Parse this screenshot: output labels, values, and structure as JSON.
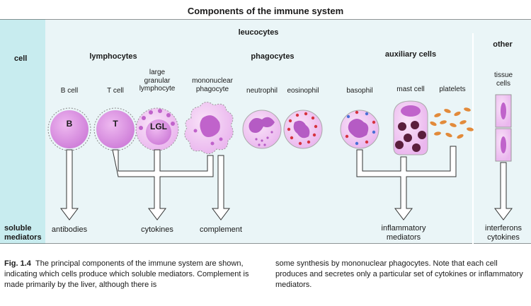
{
  "title": "Components of the immune system",
  "headers": {
    "leucocytes": "leucocytes",
    "lymphocytes": "lymphocytes",
    "phagocytes": "phagocytes",
    "auxiliary_cells": "auxiliary cells",
    "other": "other"
  },
  "row_labels": {
    "cell": "cell",
    "soluble_mediators_line1": "soluble",
    "soluble_mediators_line2": "mediators"
  },
  "cells": {
    "b_cell": {
      "label": "B cell",
      "inner": "B"
    },
    "t_cell": {
      "label": "T cell",
      "inner": "T"
    },
    "lgl": {
      "label_line1": "large",
      "label_line2": "granular",
      "label_line3": "lymphocyte",
      "inner": "LGL"
    },
    "mononuclear": {
      "label_line1": "mononuclear",
      "label_line2": "phagocyte"
    },
    "neutrophil": {
      "label": "neutrophil"
    },
    "eosinophil": {
      "label": "eosinophil"
    },
    "basophil": {
      "label": "basophil"
    },
    "mast_cell": {
      "label": "mast cell"
    },
    "platelets": {
      "label": "platelets"
    },
    "tissue_cells": {
      "label_line1": "tissue",
      "label_line2": "cells"
    }
  },
  "mediators": {
    "antibodies": "antibodies",
    "cytokines": "cytokines",
    "complement": "complement",
    "inflammatory_line1": "inflammatory",
    "inflammatory_line2": "mediators",
    "interferons": "interferons",
    "cytokines2": "cytokines"
  },
  "caption": {
    "fig_label": "Fig. 1.4",
    "left_text": "The principal components of the immune system are shown, indicating which cells produce which soluble mediators. Complement is made primarily by the liver, although there is",
    "right_text": "some synthesis by mononuclear phagocytes. Note that each cell produces and secretes only a particular set of cytokines or inflammatory mediators."
  },
  "colors": {
    "panel_bg": "#e9f5f7",
    "left_band": "#c6ecef",
    "cell_fill": "#d98be0",
    "nucleus": "#b95fc8",
    "granule_red": "#d6333f",
    "granule_blue": "#4a6fd6",
    "platelet": "#e28a3a",
    "mast_granule": "#5a1e3c"
  }
}
